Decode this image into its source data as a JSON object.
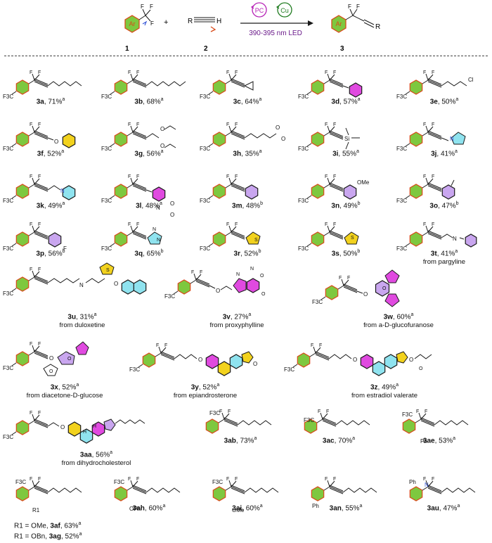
{
  "scheme": {
    "reactant1_number": "1",
    "reactant2_number": "2",
    "product_number": "3",
    "plus": "+",
    "ar_label": "Ar",
    "r_label": "R",
    "h_label": "H",
    "f_label": "F",
    "pc_label": "PC",
    "cu_label": "Cu",
    "condition": "390-395 nm LED",
    "pc_color": "#b51fb5",
    "cu_color": "#1e7a1e"
  },
  "labels": {
    "f3c": "F3C",
    "f": "F",
    "cl": "Cl",
    "si": "Si",
    "n": "N",
    "o": "O",
    "s": "S",
    "ome": "OMe",
    "ph": "Ph",
    "oph": "OPh",
    "r1": "R1",
    "h": "H"
  },
  "colors": {
    "ring_fill": "#7ec83f",
    "ring_stroke": "#d94a1a",
    "pink": "#e04ae0",
    "yellow": "#f2d21e",
    "cyan": "#8fe3ef",
    "violet": "#c9a6ef",
    "blue": "#3b5bd9",
    "bond": "#1a1a1a"
  },
  "compounds": [
    {
      "id": "3a",
      "yield": "71%",
      "note": "a"
    },
    {
      "id": "3b",
      "yield": "68%",
      "note": "a"
    },
    {
      "id": "3c",
      "yield": "64%",
      "note": "a"
    },
    {
      "id": "3d",
      "yield": "57%",
      "note": "a"
    },
    {
      "id": "3e",
      "yield": "50%",
      "note": "a"
    },
    {
      "id": "3f",
      "yield": "52%",
      "note": "a"
    },
    {
      "id": "3g",
      "yield": "56%",
      "note": "a"
    },
    {
      "id": "3h",
      "yield": "35%",
      "note": "a"
    },
    {
      "id": "3i",
      "yield": "55%",
      "note": "a"
    },
    {
      "id": "3j",
      "yield": "41%",
      "note": "a"
    },
    {
      "id": "3k",
      "yield": "49%",
      "note": "a"
    },
    {
      "id": "3l",
      "yield": "48%",
      "note": "a"
    },
    {
      "id": "3m",
      "yield": "48%",
      "note": "b"
    },
    {
      "id": "3n",
      "yield": "49%",
      "note": "b"
    },
    {
      "id": "3o",
      "yield": "47%",
      "note": "b"
    },
    {
      "id": "3p",
      "yield": "56%",
      "note": "b"
    },
    {
      "id": "3q",
      "yield": "65%",
      "note": "b"
    },
    {
      "id": "3r",
      "yield": "52%",
      "note": "b"
    },
    {
      "id": "3s",
      "yield": "50%",
      "note": "b"
    },
    {
      "id": "3t",
      "yield": "41%",
      "note": "a",
      "source": "from pargyline"
    },
    {
      "id": "3u",
      "yield": "31%",
      "note": "a",
      "source": "from duloxetine"
    },
    {
      "id": "3v",
      "yield": "27%",
      "note": "a",
      "source": "from proxyphylline"
    },
    {
      "id": "3w",
      "yield": "60%",
      "note": "a",
      "source": "from  a-D-glucofuranose"
    },
    {
      "id": "3x",
      "yield": "52%",
      "note": "a",
      "source": "from diacetone-D-glucose"
    },
    {
      "id": "3y",
      "yield": "52%",
      "note": "a",
      "source": "from epiandrosterone"
    },
    {
      "id": "3z",
      "yield": "49%",
      "note": "a",
      "source": "from estradiol valerate"
    },
    {
      "id": "3aa",
      "yield": "56%",
      "note": "a",
      "source": "from dihydrocholesterol"
    },
    {
      "id": "3ab",
      "yield": "73%",
      "note": "a"
    },
    {
      "id": "3ac",
      "yield": "70%",
      "note": "a"
    },
    {
      "id": "3ae",
      "yield": "53%",
      "note": "a"
    },
    {
      "id": "3ah",
      "yield": "60%",
      "note": "a"
    },
    {
      "id": "3ai",
      "yield": "60%",
      "note": "a"
    },
    {
      "id": "3an",
      "yield": "55%",
      "note": "a"
    },
    {
      "id": "3au",
      "yield": "47%",
      "note": "a"
    }
  ],
  "r1_entries": [
    {
      "prefix": "R1 = OMe, ",
      "id": "3af",
      "yield": "63%",
      "note": "a"
    },
    {
      "prefix": "R1 = OBn, ",
      "id": "3ag",
      "yield": "52%",
      "note": "a"
    }
  ]
}
